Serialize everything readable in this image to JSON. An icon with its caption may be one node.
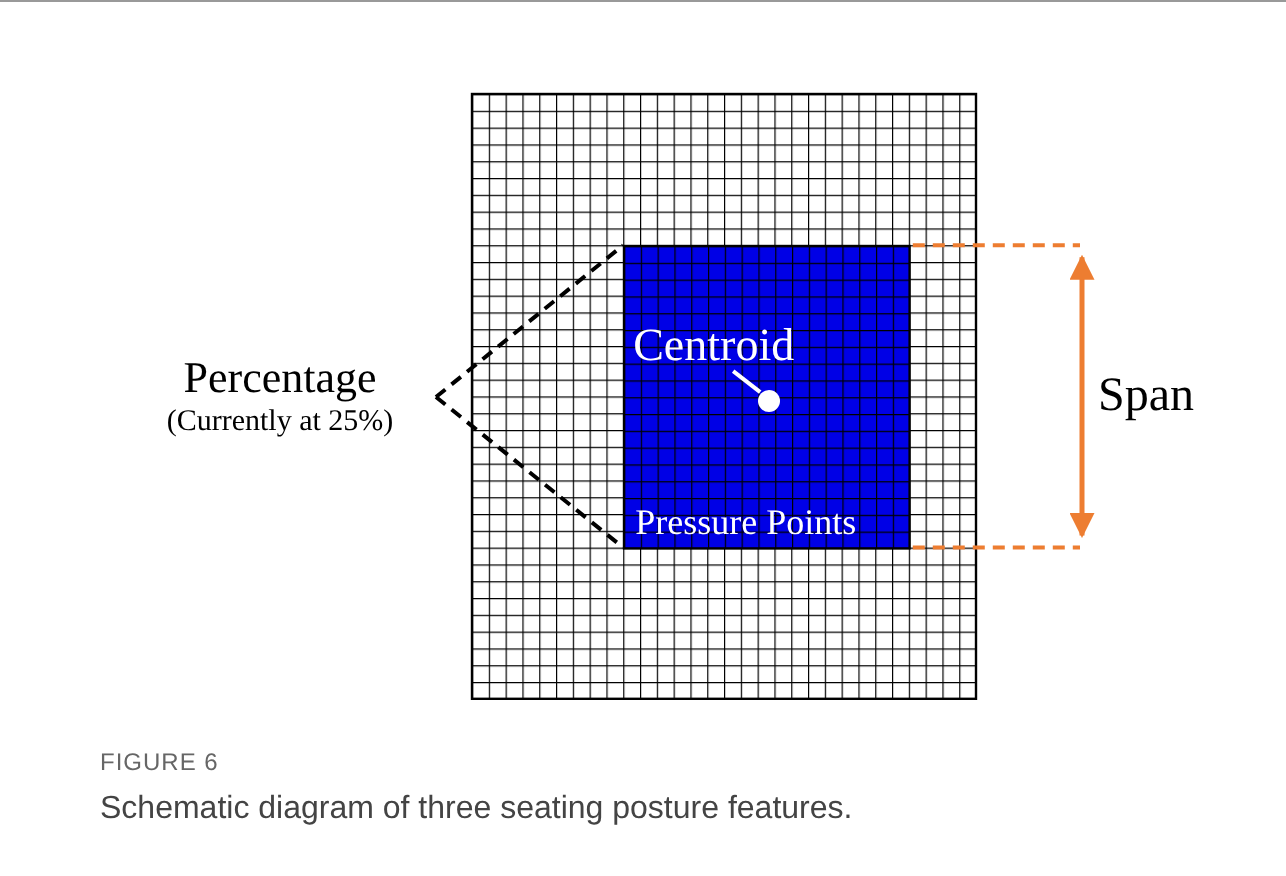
{
  "diagram": {
    "caption": "Schematic diagram of three seating posture features.",
    "nodes": [
      {
        "text": [],
        "shape": "picture"
      },
      {
        "text": [
          "Pressure Points"
        ],
        "in": 0
      },
      {
        "text": [],
        "shape": "circle",
        "in": 1
      },
      {
        "text": [
          "Centroid"
        ],
        "in": 1
      },
      {
        "text": [
          "Percentage",
          "(Currently at 25%)"
        ]
      }
    ],
    "edges": [
      {
        "from": 3,
        "to": 2,
        "arrow": "none",
        "color": "#ffffff"
      },
      {
        "from": 4,
        "to": 1,
        "arrow": "none",
        "style": "dashed"
      },
      {
        "from": 4,
        "to": 1,
        "arrow": "none",
        "style": "dashed"
      }
    ],
    "labels": [
      "Span",
      "FIGURE 6"
    ]
  }
}
